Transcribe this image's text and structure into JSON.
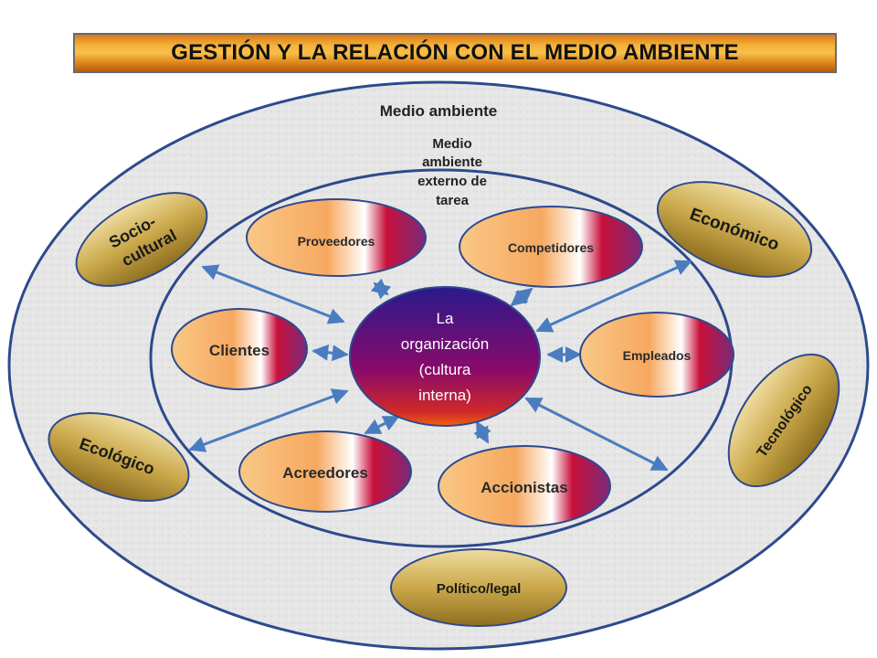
{
  "title": "GESTIÓN Y LA RELACIÓN CON EL MEDIO AMBIENTE",
  "outer_label": "Medio ambiente",
  "inner_label": [
    "Medio",
    "ambiente",
    "externo de",
    "tarea"
  ],
  "center": [
    "La",
    "organización",
    "(cultura",
    "interna)"
  ],
  "task_nodes": {
    "proveedores": "Proveedores",
    "competidores": "Competidores",
    "clientes": "Clientes",
    "empleados": "Empleados",
    "acreedores": "Acreedores",
    "accionistas": "Accionistas"
  },
  "general_nodes": {
    "sociocultural": [
      "Socio-",
      "cultural"
    ],
    "economico": "Económico",
    "tecnologico": "Tecnológico",
    "ecologico": "Ecológico",
    "politico": "Político/legal"
  },
  "colors": {
    "outline": "#2e4a8c",
    "arrow": "#4a7cc0",
    "gold": "#c8a84a",
    "center_top": "#2a1a8c",
    "center_bottom": "#e83a10"
  }
}
